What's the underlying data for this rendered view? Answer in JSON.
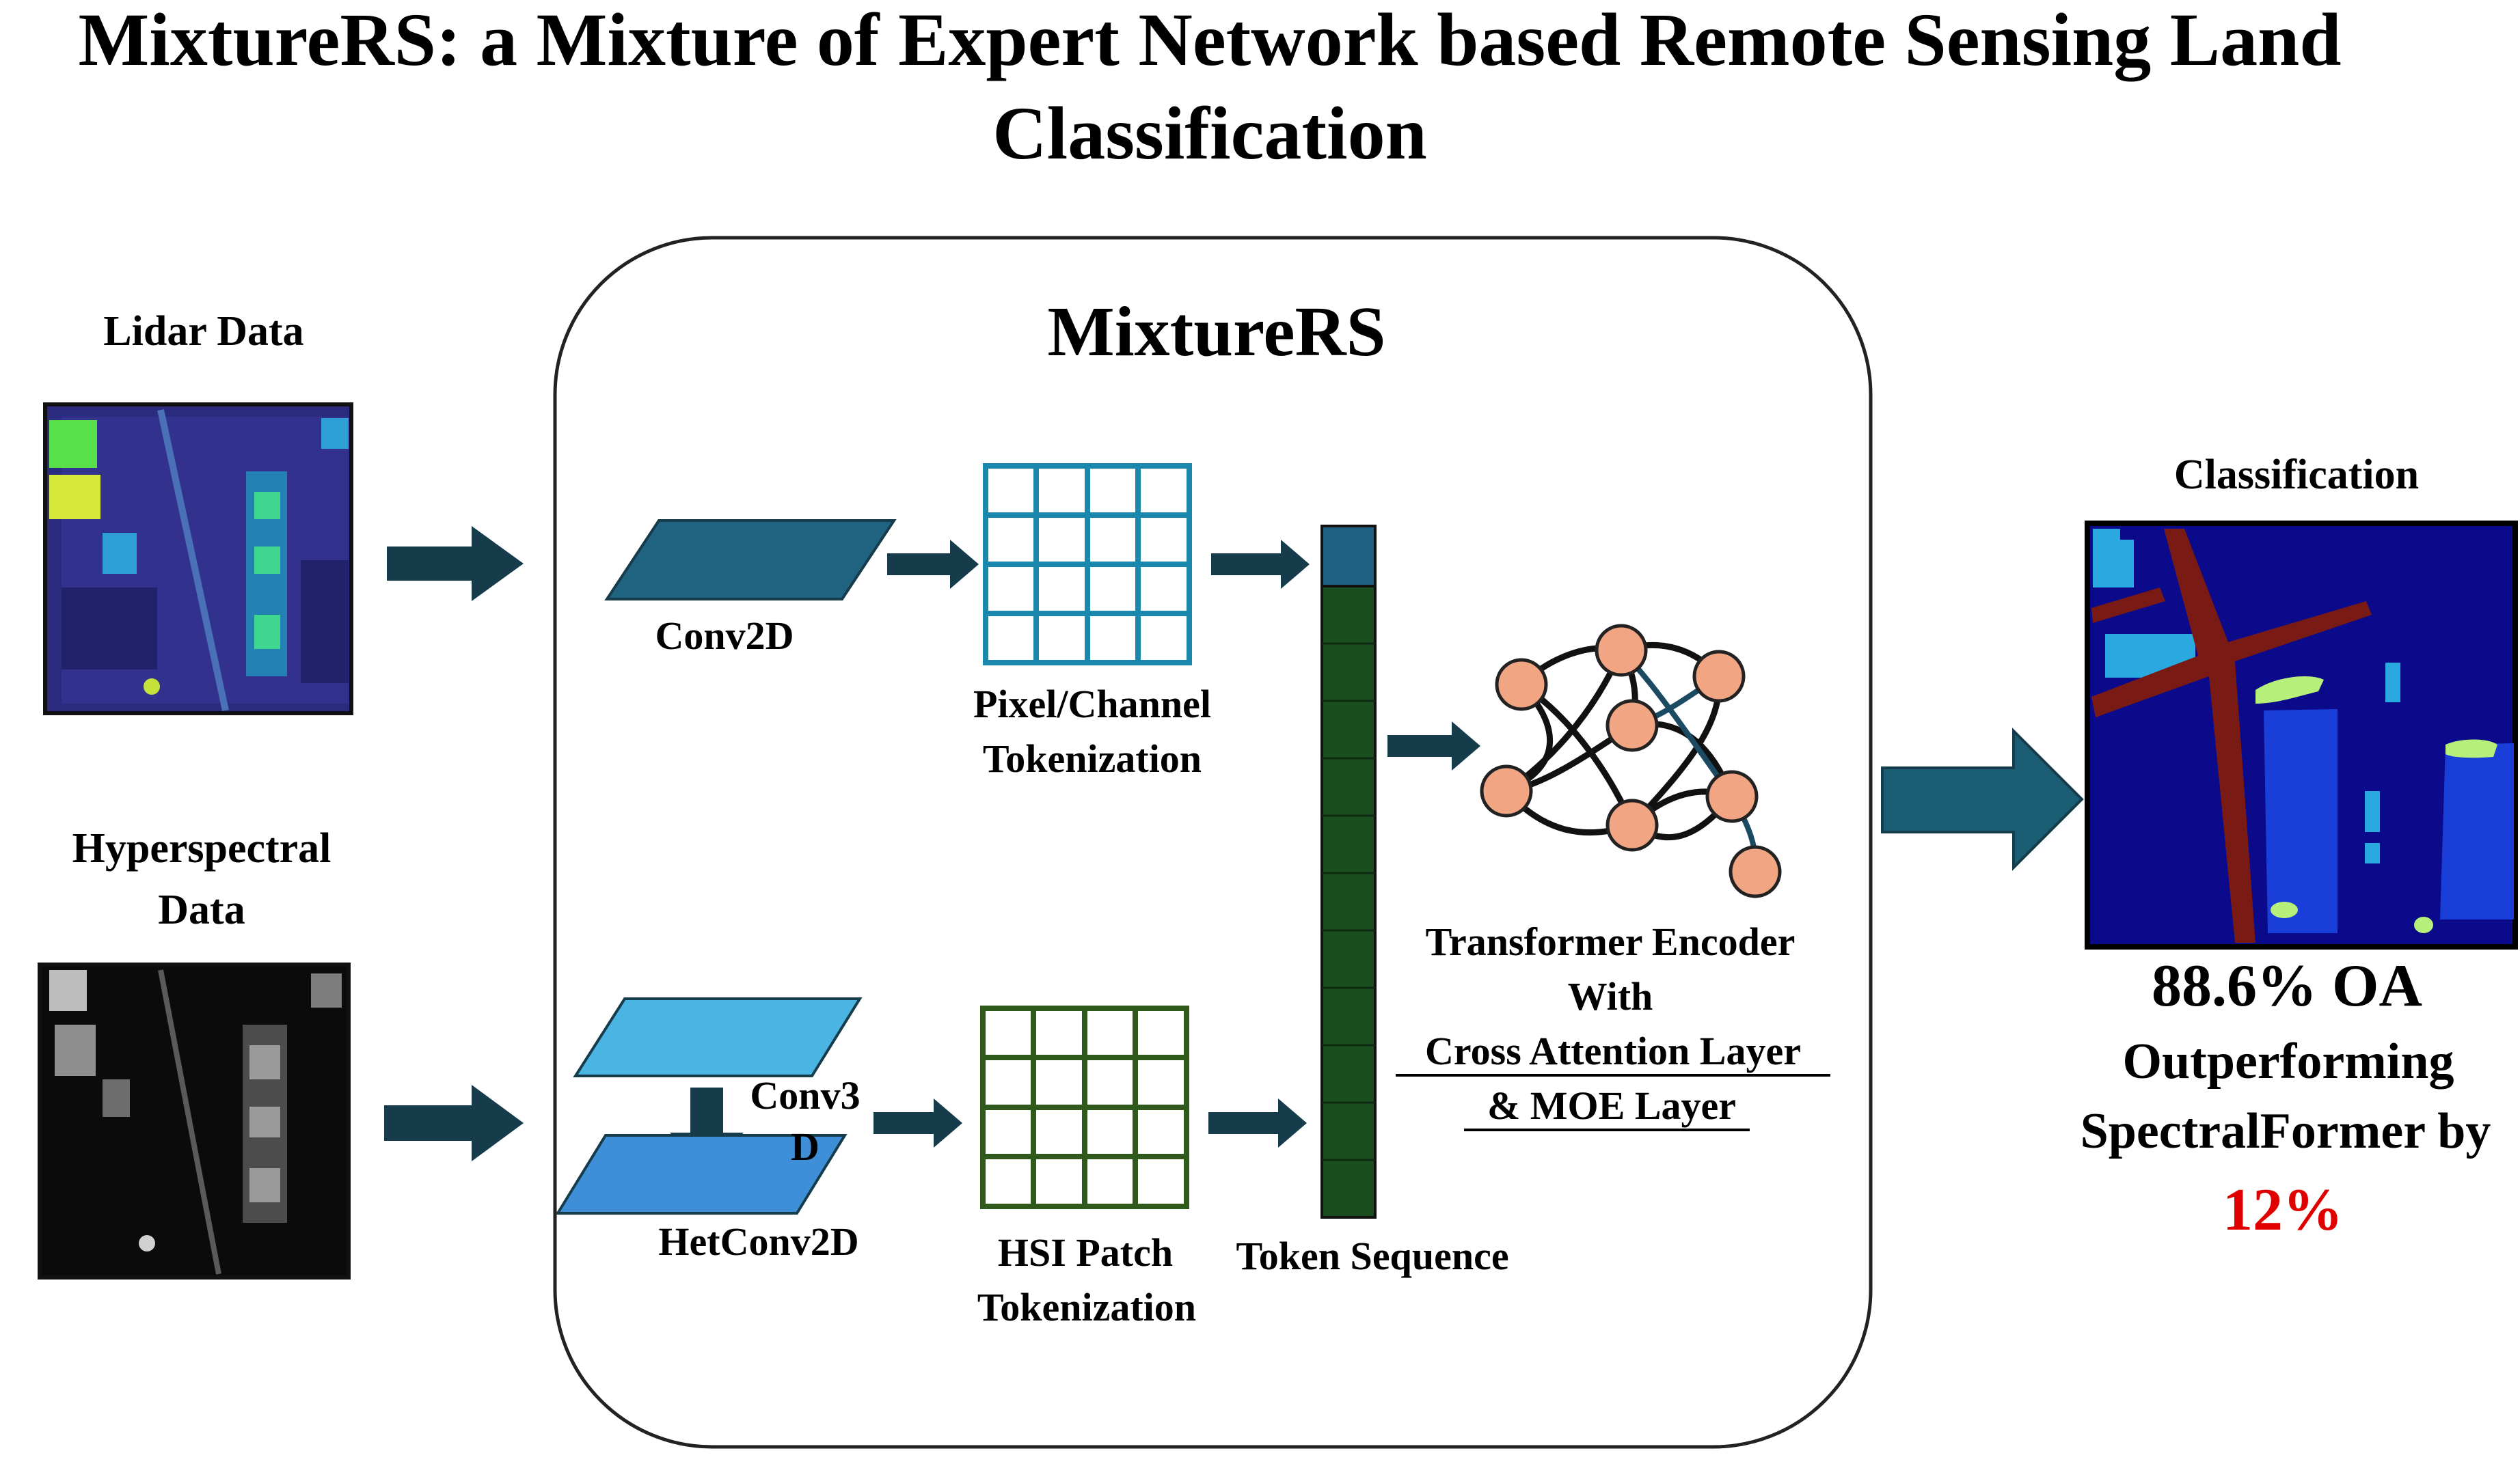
{
  "title_line1": "MixtureRS: a Mixture of Expert Network based Remote Sensing Land",
  "title_line2": "Classification",
  "inputs": {
    "lidar_label": "Lidar Data",
    "hsi_label_line1": "Hyperspectral",
    "hsi_label_line2": "Data"
  },
  "model": {
    "name": "MixtureRS",
    "conv2d_label": "Conv2D",
    "conv3d_label_line1": "Conv3",
    "conv3d_label_line2": "D",
    "hetconv_label": "HetConv2D",
    "pixel_token_line1": "Pixel/Channel",
    "pixel_token_line2": "Tokenization",
    "hsi_token_line1": "HSI Patch",
    "hsi_token_line2": "Tokenization",
    "token_sequence_label": "Token Sequence",
    "encoder_line1": "Transformer Encoder",
    "encoder_line2": "With",
    "encoder_line3": "Cross Attention Layer",
    "encoder_line4": "& MOE Layer"
  },
  "output": {
    "label": "Classification",
    "oa": "88.6% OA",
    "outperform_line1": "Outperforming",
    "outperform_line2": "SpectralFormer by",
    "improvement": "12%"
  },
  "colors": {
    "arrow": "#163c4c",
    "arrow_big": "#1b5d72",
    "conv2d": "#1f6381",
    "conv3d": "#4ab4e2",
    "hetconv": "#3f8fd8",
    "pixel_grid": "#1a87ad",
    "hsi_grid": "#2f5a1c",
    "token_green": "#1a4e1e",
    "token_blue": "#1f5f82",
    "node": "#f1a582",
    "highlight": "#e00000"
  }
}
